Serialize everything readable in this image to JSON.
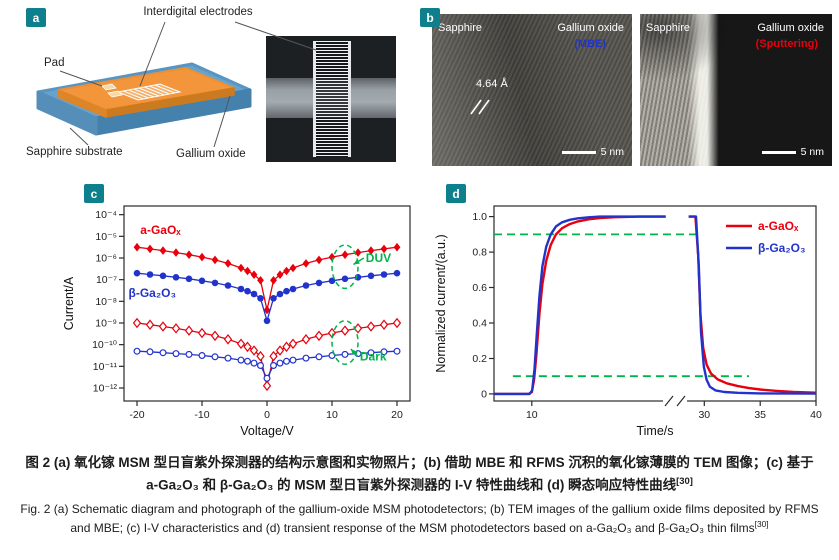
{
  "theme": {
    "teal": "#0e7f8d",
    "red": "#e8000d",
    "blue": "#2233cc",
    "green": "#00b44b",
    "sapphire_top": "#66a3cd",
    "sapphire_front": "#4581ad",
    "oxide_top": "#f2953b",
    "oxide_front": "#cc7a1f"
  },
  "panel_a": {
    "label": "a",
    "interdigital_label": "Interdigital electrodes",
    "pad_label": "Pad",
    "substrate_label": "Sapphire substrate",
    "film_label": "Gallium oxide"
  },
  "panel_b": {
    "label": "b",
    "left": {
      "region1": "Sapphire",
      "region2": "Gallium oxide",
      "method": "(MBE)",
      "method_color": "#2233cc",
      "spacing": "4.64 Å",
      "scale": "5 nm"
    },
    "right": {
      "region1": "Sapphire",
      "region2": "Gallium oxide",
      "method": "(Sputtering)",
      "method_color": "#e8000d",
      "scale": "5 nm"
    }
  },
  "panel_c": {
    "label": "c"
  },
  "panel_d": {
    "label": "d"
  },
  "captions": {
    "zh_text": "图 2  (a) 氧化镓 MSM 型日盲紫外探测器的结构示意图和实物照片；(b) 借助 MBE 和 RFMS 沉积的氧化镓薄膜的 TEM 图像；(c) 基于 a-Ga₂O₃ 和 β-Ga₂O₃ 的 MSM 型日盲紫外探测器的 I-V 特性曲线和 (d) 瞬态响应特性曲线",
    "zh_ref": "[30]",
    "en_text": "Fig. 2  (a) Schematic diagram and photograph of the gallium-oxide MSM photodetectors; (b) TEM images of the gallium oxide films deposited by RFMS and MBE; (c) I-V characteristics and (d) transient response of the MSM photodetectors based on a-Ga₂O₃ and β-Ga₂O₃ thin films",
    "en_ref": "[30]"
  },
  "chart_data": [
    {
      "id": "iv",
      "type": "line",
      "panel": "c",
      "xlabel": "Voltage/V",
      "ylabel": "Current/A",
      "xlim": [
        -22,
        22
      ],
      "x_ticks": [
        -20,
        -10,
        0,
        10,
        20
      ],
      "y_scale": "log10",
      "ylim_log": [
        -12.6,
        -3.6
      ],
      "y_ticks_log": [
        -4,
        -5,
        -6,
        -7,
        -8,
        -9,
        -10,
        -11,
        -12
      ],
      "y_tick_labels": [
        "10⁻⁴",
        "10⁻⁵",
        "10⁻⁶",
        "10⁻⁷",
        "10⁻⁸",
        "10⁻⁹",
        "10⁻¹⁰",
        "10⁻¹¹",
        "10⁻¹²"
      ],
      "grid": false,
      "x": [
        -20,
        -18,
        -16,
        -14,
        -12,
        -10,
        -8,
        -6,
        -4,
        -3,
        -2,
        -1,
        0,
        1,
        2,
        3,
        4,
        6,
        8,
        10,
        12,
        14,
        16,
        18,
        20
      ],
      "series": [
        {
          "name": "a-GaOₓ (DUV)",
          "color": "#e8000d",
          "marker": "diamond",
          "fill": "solid",
          "logI": [
            -5.5,
            -5.58,
            -5.66,
            -5.75,
            -5.85,
            -5.96,
            -6.09,
            -6.25,
            -6.46,
            -6.6,
            -6.77,
            -7.03,
            -8.4,
            -7.03,
            -6.77,
            -6.6,
            -6.46,
            -6.25,
            -6.09,
            -5.96,
            -5.85,
            -5.75,
            -5.66,
            -5.58,
            -5.5
          ]
        },
        {
          "name": "β-Ga₂O₃ (DUV)",
          "color": "#2233cc",
          "marker": "circle",
          "fill": "solid",
          "logI": [
            -6.7,
            -6.76,
            -6.82,
            -6.89,
            -6.96,
            -7.05,
            -7.15,
            -7.27,
            -7.43,
            -7.53,
            -7.66,
            -7.86,
            -8.9,
            -7.86,
            -7.66,
            -7.53,
            -7.43,
            -7.27,
            -7.15,
            -7.05,
            -6.96,
            -6.89,
            -6.82,
            -6.76,
            -6.7
          ]
        },
        {
          "name": "a-GaOₓ (dark)",
          "color": "#e8000d",
          "marker": "diamond",
          "fill": "open",
          "logI": [
            -9.0,
            -9.08,
            -9.16,
            -9.25,
            -9.35,
            -9.46,
            -9.59,
            -9.75,
            -9.96,
            -10.1,
            -10.27,
            -10.53,
            -11.9,
            -10.53,
            -10.27,
            -10.1,
            -9.96,
            -9.75,
            -9.59,
            -9.46,
            -9.35,
            -9.25,
            -9.16,
            -9.08,
            -9.0
          ]
        },
        {
          "name": "β-Ga₂O₃ (dark)",
          "color": "#2233cc",
          "marker": "circle",
          "fill": "open",
          "logI": [
            -10.3,
            -10.33,
            -10.37,
            -10.41,
            -10.45,
            -10.5,
            -10.56,
            -10.62,
            -10.71,
            -10.77,
            -10.85,
            -10.96,
            -11.55,
            -10.96,
            -10.85,
            -10.77,
            -10.71,
            -10.62,
            -10.56,
            -10.5,
            -10.45,
            -10.41,
            -10.37,
            -10.33,
            -10.3
          ]
        }
      ],
      "annotations": {
        "green": "#00b44b",
        "series_labels": [
          {
            "text": "a-GaOₓ",
            "color": "#e8000d",
            "v": -19.5,
            "log": -4.9
          },
          {
            "text": "β-Ga₂O₃",
            "color": "#2233cc",
            "v": -21.3,
            "log": -7.8
          }
        ],
        "ellipses": [
          {
            "cx": 12,
            "cy_log": -6.4,
            "rx_v": 2.0,
            "ry_log": 1.0
          },
          {
            "cx": 12,
            "cy_log": -9.9,
            "rx_v": 2.0,
            "ry_log": 1.0
          }
        ],
        "arrow_labels": [
          {
            "text": "DUV",
            "color": "#00b44b",
            "v": 15.2,
            "log": -6.0,
            "tip_v": 13.3,
            "tip_log": -6.3
          },
          {
            "text": "Dark",
            "color": "#00b44b",
            "v": 14.3,
            "log": -10.55,
            "tip_v": 12.9,
            "tip_log": -10.2
          }
        ]
      }
    },
    {
      "id": "transient",
      "type": "line",
      "panel": "d",
      "xlabel": "Time/s",
      "ylabel": "Normalized current/(a.u.)",
      "ylim": [
        -0.04,
        1.06
      ],
      "y_ticks": [
        0,
        0.2,
        0.4,
        0.6,
        0.8,
        1.0
      ],
      "y_tick_labels": [
        "0",
        "0.2",
        "0.4",
        "0.6",
        "0.8",
        "1.0"
      ],
      "x_axis": {
        "break_at": 28,
        "seg1_domain": [
          5,
          28
        ],
        "seg2_domain": [
          28,
          40
        ],
        "seg1_ticks": [
          10
        ],
        "seg2_ticks": [
          30,
          35,
          40
        ]
      },
      "guides": [
        {
          "y": 0.9,
          "t0": 5,
          "t1": 29.6
        },
        {
          "y": 0.1,
          "t0": 7.5,
          "t1": 34
        }
      ],
      "legend_pos": "top-right",
      "series": [
        {
          "name": "a-GaOₓ",
          "color": "#e8000d",
          "points": [
            [
              5,
              0
            ],
            [
              9.6,
              0
            ],
            [
              10,
              0.01
            ],
            [
              10.3,
              0.08
            ],
            [
              10.6,
              0.22
            ],
            [
              11,
              0.45
            ],
            [
              11.4,
              0.62
            ],
            [
              11.9,
              0.75
            ],
            [
              12.5,
              0.84
            ],
            [
              13.2,
              0.9
            ],
            [
              14,
              0.935
            ],
            [
              15,
              0.958
            ],
            [
              16,
              0.972
            ],
            [
              17.5,
              0.985
            ],
            [
              19,
              0.992
            ],
            [
              21,
              0.997
            ],
            [
              24,
              1.0
            ],
            [
              27.7,
              1.0
            ],
            [
              28.6,
              1.0
            ],
            [
              29.2,
              1.0
            ],
            [
              29.45,
              0.78
            ],
            [
              29.65,
              0.45
            ],
            [
              29.9,
              0.26
            ],
            [
              30.2,
              0.165
            ],
            [
              30.6,
              0.115
            ],
            [
              31.2,
              0.082
            ],
            [
              32,
              0.06
            ],
            [
              33,
              0.044
            ],
            [
              34,
              0.033
            ],
            [
              35,
              0.025
            ],
            [
              36.5,
              0.017
            ],
            [
              38,
              0.011
            ],
            [
              40,
              0.007
            ]
          ]
        },
        {
          "name": "β-Ga₂O₃",
          "color": "#2233cc",
          "points": [
            [
              5,
              0
            ],
            [
              9.7,
              0
            ],
            [
              10.05,
              0.02
            ],
            [
              10.35,
              0.14
            ],
            [
              10.65,
              0.33
            ],
            [
              11,
              0.55
            ],
            [
              11.4,
              0.72
            ],
            [
              11.9,
              0.83
            ],
            [
              12.5,
              0.9
            ],
            [
              13.2,
              0.945
            ],
            [
              14,
              0.968
            ],
            [
              15,
              0.982
            ],
            [
              16,
              0.99
            ],
            [
              17.5,
              0.996
            ],
            [
              19,
              1.0
            ],
            [
              27.7,
              1.0
            ],
            [
              28.6,
              1.0
            ],
            [
              29.25,
              1.0
            ],
            [
              29.5,
              0.72
            ],
            [
              29.7,
              0.35
            ],
            [
              29.95,
              0.155
            ],
            [
              30.2,
              0.08
            ],
            [
              30.5,
              0.04
            ],
            [
              31,
              0.02
            ],
            [
              31.8,
              0.011
            ],
            [
              33,
              0.006
            ],
            [
              35,
              0.003
            ],
            [
              40,
              0.002
            ]
          ]
        }
      ]
    }
  ]
}
